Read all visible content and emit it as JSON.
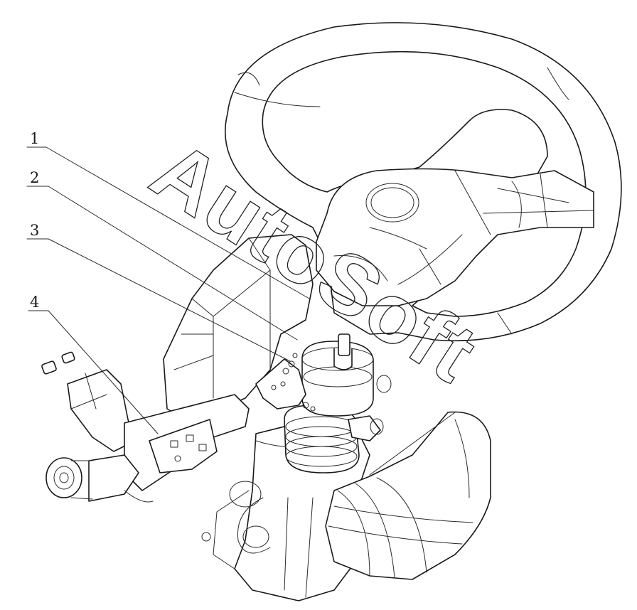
{
  "watermark": "AutoSoft",
  "callouts": [
    {
      "label": "1"
    },
    {
      "label": "2"
    },
    {
      "label": "3"
    },
    {
      "label": "4"
    }
  ]
}
